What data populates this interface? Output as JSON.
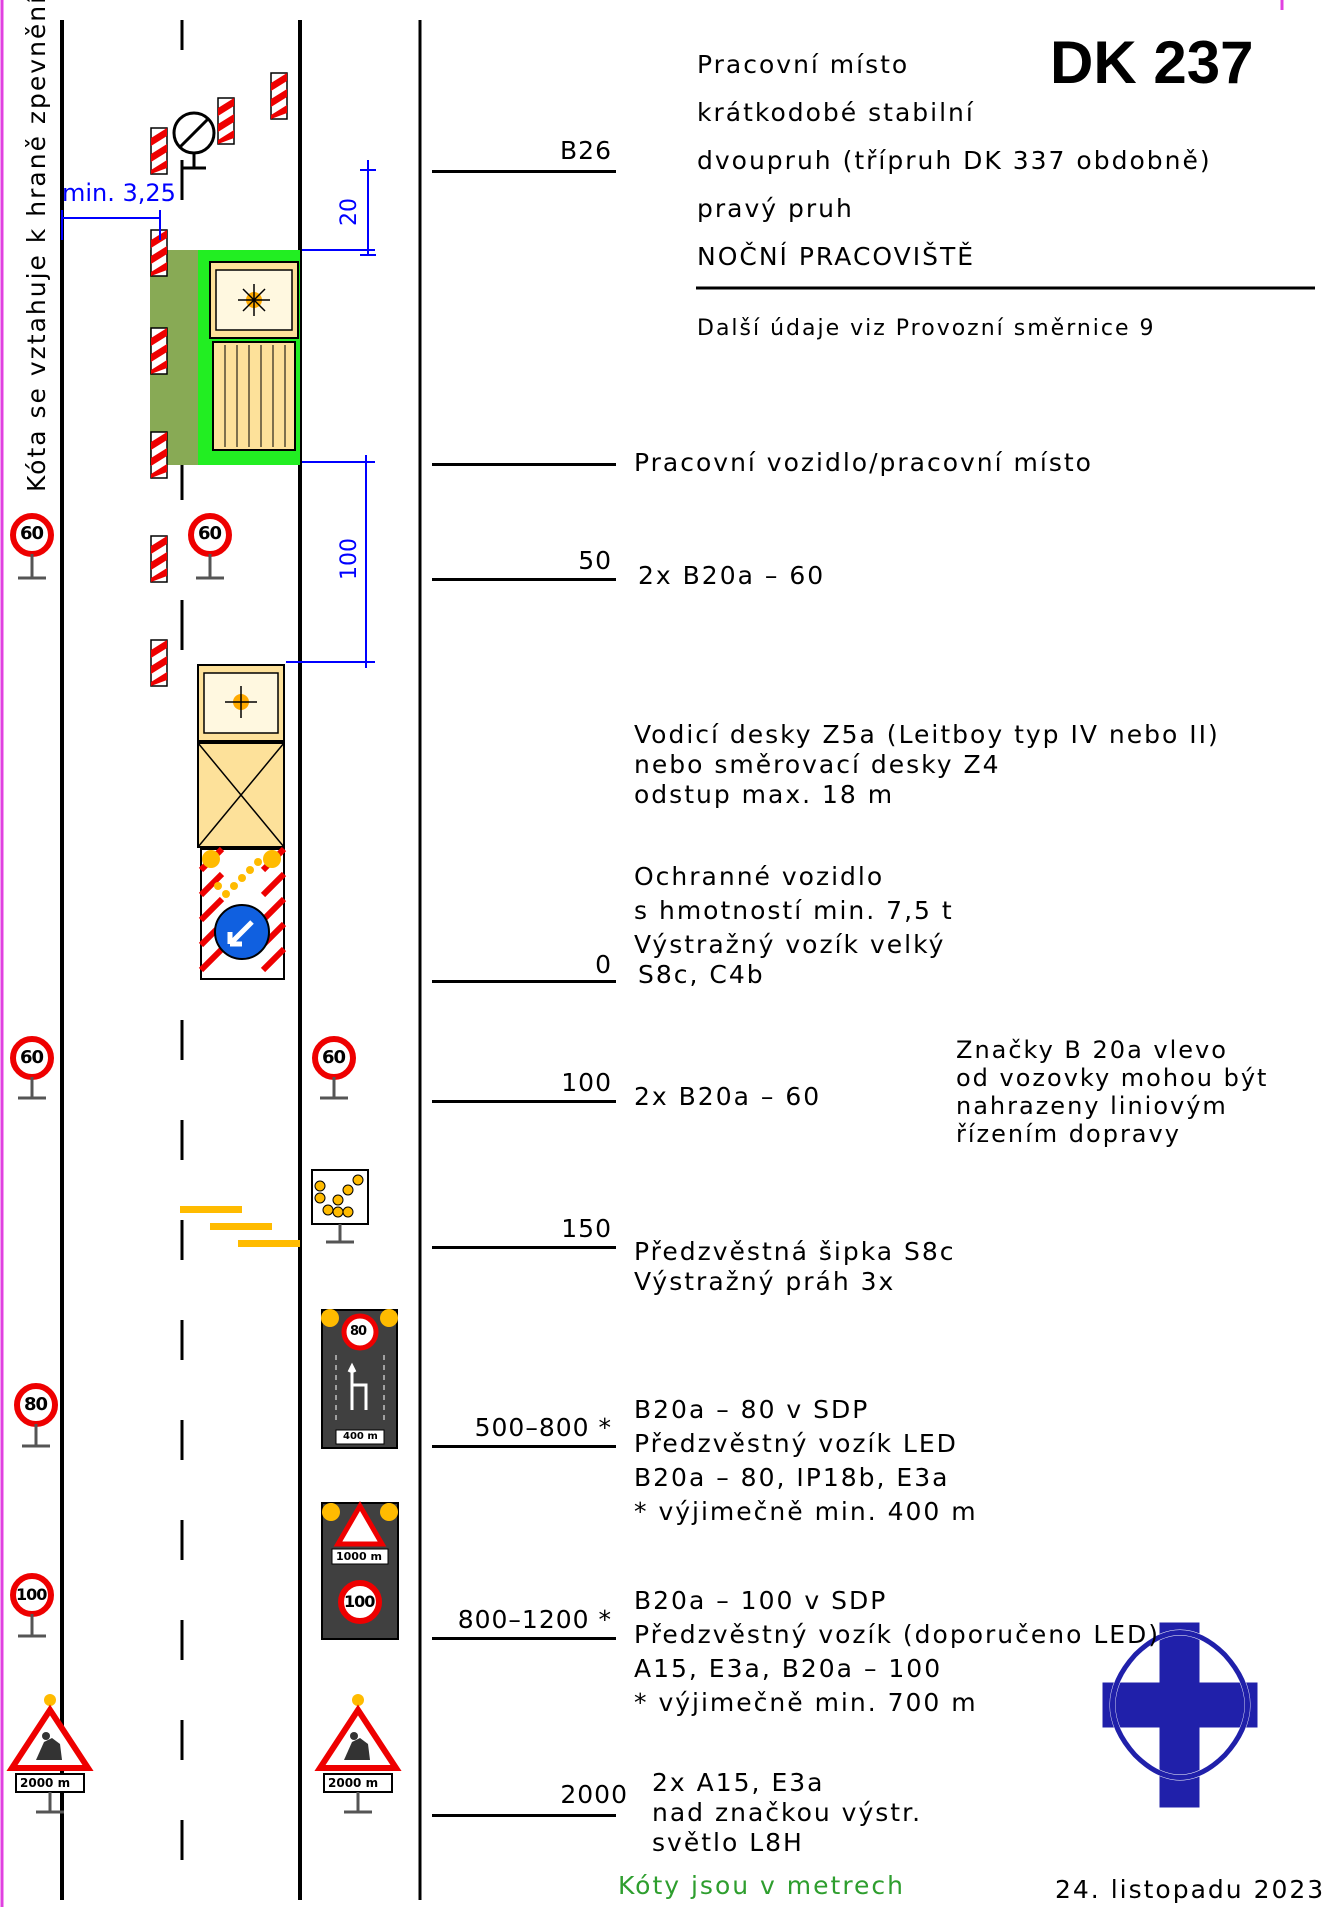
{
  "header": {
    "code": "DK 237",
    "title_lines": [
      "Pracovní místo",
      "krátkodobé stabilní",
      "dvoupruh (třípruh DK 337 obdobně)",
      "pravý pruh",
      "NOČNÍ PRACOVIŠTĚ"
    ],
    "note": "Další údaje viz Provozní směrnice 9"
  },
  "side_label": "Kóta se vztahuje k hraně zpevnění",
  "dimensions": {
    "min_width": "min. 3,25",
    "gap_top": "20",
    "gap_vehicle": "100"
  },
  "stations": [
    {
      "distance": "B26",
      "label": []
    },
    {
      "distance": "",
      "label": [
        "Pracovní vozidlo/pracovní místo"
      ]
    },
    {
      "distance": "50",
      "label": [
        "2x B20a – 60"
      ]
    },
    {
      "distance": "",
      "label": [
        "Vodicí desky Z5a (Leitboy typ IV nebo II)",
        "nebo směrovací desky Z4",
        "odstup max. 18 m"
      ]
    },
    {
      "distance": "0",
      "label": [
        "Ochranné vozidlo",
        "s hmotností min. 7,5 t",
        "Výstražný vozík velký",
        "S8c, C4b"
      ]
    },
    {
      "distance": "100",
      "label": [
        "2x B20a – 60"
      ]
    },
    {
      "distance": "150",
      "label": [
        "Předzvěstná šipka S8c",
        "Výstražný práh 3x"
      ]
    },
    {
      "distance": "500–800 *",
      "label": [
        "B20a – 80 v SDP",
        "Předzvěstný vozík LED",
        "B20a – 80, IP18b, E3a",
        "* výjimečně min. 400 m"
      ]
    },
    {
      "distance": "800–1200 *",
      "label": [
        "B20a – 100 v SDP",
        "Předzvěstný vozík (doporučeno LED)",
        "A15, E3a, B20a – 100",
        "* výjimečně min. 700 m"
      ]
    },
    {
      "distance": "2000",
      "label": [
        "2x A15, E3a",
        "nad značkou výstr.",
        "světlo L8H"
      ]
    }
  ],
  "side_note": [
    "Značky B 20a vlevo",
    "od vozovky mohou být",
    "nahrazeny liniovým",
    "řízením dopravy"
  ],
  "signs": {
    "speed_60": "60",
    "speed_80": "80",
    "speed_100": "100",
    "plate_2000": "2000 m",
    "plate_1000": "1000 m",
    "plate_400": "400 m"
  },
  "footer": {
    "units": "Kóty jsou v metrech",
    "date": "24. listopadu 2023"
  },
  "colors": {
    "frame": "#e040e0",
    "dimension": "#0000ff",
    "work_area": "#22ee22",
    "shoulder": "#88aa55",
    "vehicle": "#fde19a",
    "barrier_red": "#ee0000",
    "threshold": "#ffbb00",
    "logo": "#2020aa",
    "units_text": "#2e9e2e"
  }
}
